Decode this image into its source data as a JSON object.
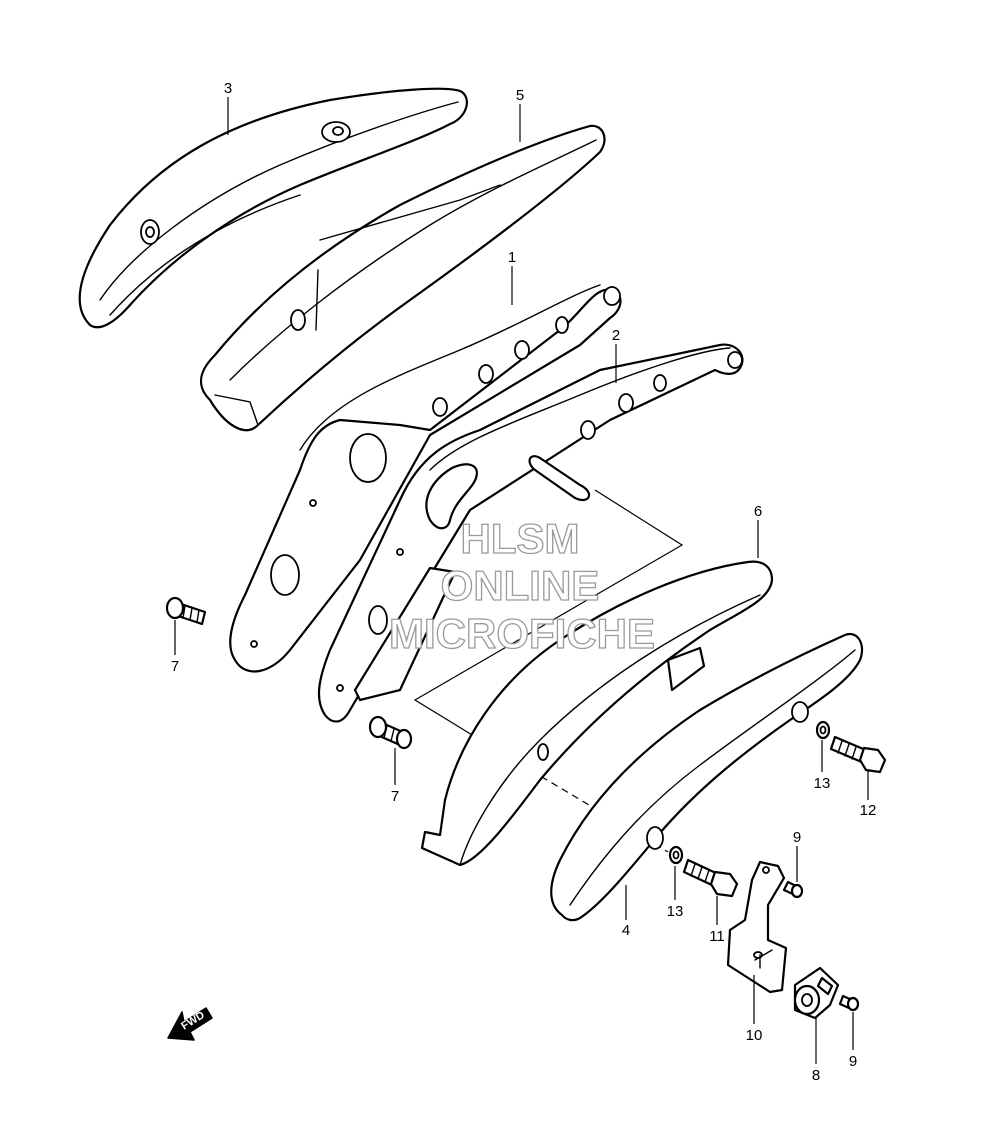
{
  "callouts": {
    "p1": "1",
    "p2": "2",
    "p3": "3",
    "p4": "4",
    "p5": "5",
    "p6": "6",
    "p7a": "7",
    "p7b": "7",
    "p8": "8",
    "p9a": "9",
    "p9b": "9",
    "p10": "10",
    "p11": "11",
    "p12": "12",
    "p13a": "13",
    "p13b": "13"
  },
  "watermark": {
    "line1": "HLSM",
    "line2": "ONLINE",
    "line3": "MICROFICHE"
  },
  "fwd_label": "FWD"
}
